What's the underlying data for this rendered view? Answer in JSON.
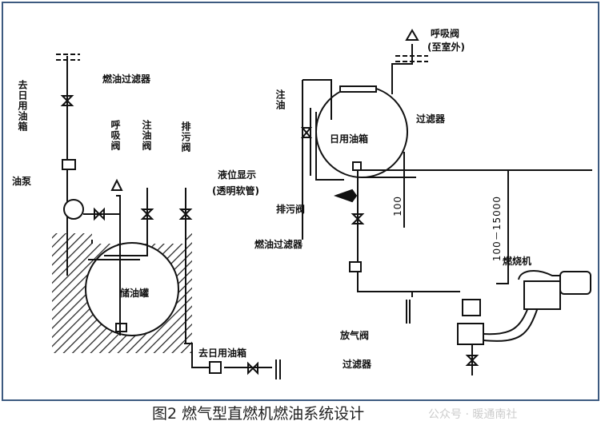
{
  "labels": {
    "to_day_tank_vertical": "去日用油箱",
    "fuel_filter_left": "燃油过滤器",
    "oil_pump": "油泵",
    "breather_valve": "呼吸阀",
    "fill_valve": "注油阀",
    "drain_valve_left": "排污阀",
    "storage_tank": "储油罐",
    "to_day_tank": "去日用油箱",
    "fill_oil": "注油",
    "breather_valve_outdoor": "呼吸阀",
    "breather_valve_outdoor_note": "(至室外)",
    "day_tank": "日用油箱",
    "filter_right": "过滤器",
    "level_indicator": "液位显示",
    "level_indicator_note": "(透明软管)",
    "drain_valve_right": "排污阀",
    "dim_100": "100",
    "dim_range": "100－15000",
    "fuel_filter_right": "燃油过滤器",
    "burner": "燃烧机",
    "vent_valve": "放气阀",
    "filter_bottom": "过滤器"
  },
  "caption": "图2  燃气型直燃机燃油系统设计",
  "watermark": "公众号 · 暖通南社"
}
